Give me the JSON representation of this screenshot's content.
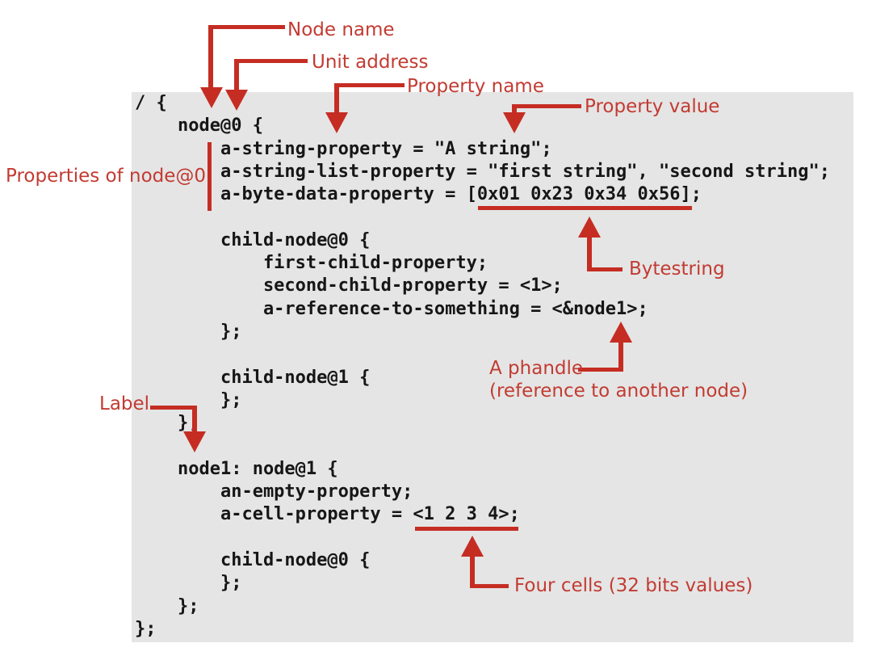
{
  "diagram": {
    "title_semantic": "Device tree source syntax diagram",
    "colors": {
      "background": "#ffffff",
      "code_panel_bg": "#e5e5e5",
      "code_text": "#161616",
      "annotation_red": "#c52d23"
    },
    "code": {
      "lines": [
        "/ {",
        "    node@0 {",
        "        a-string-property = \"A string\";",
        "        a-string-list-property = \"first string\", \"second string\";",
        "        a-byte-data-property = [0x01 0x23 0x34 0x56];",
        "",
        "        child-node@0 {",
        "            first-child-property;",
        "            second-child-property = <1>;",
        "            a-reference-to-something = <&node1>;",
        "        };",
        "",
        "        child-node@1 {",
        "        };",
        "    };",
        "",
        "    node1: node@1 {",
        "        an-empty-property;",
        "        a-cell-property = <1 2 3 4>;",
        "",
        "        child-node@0 {",
        "        };",
        "    };",
        "};"
      ]
    },
    "annotations": {
      "node_name": "Node name",
      "unit_address": "Unit address",
      "property_name": "Property name",
      "property_value": "Property value",
      "properties_of_node0": "Properties of node@0",
      "bytestring": "Bytestring",
      "phandle_line1": "A phandle",
      "phandle_line2": "(reference to another node)",
      "label": "Label",
      "four_cells": "Four cells (32 bits values)"
    }
  }
}
